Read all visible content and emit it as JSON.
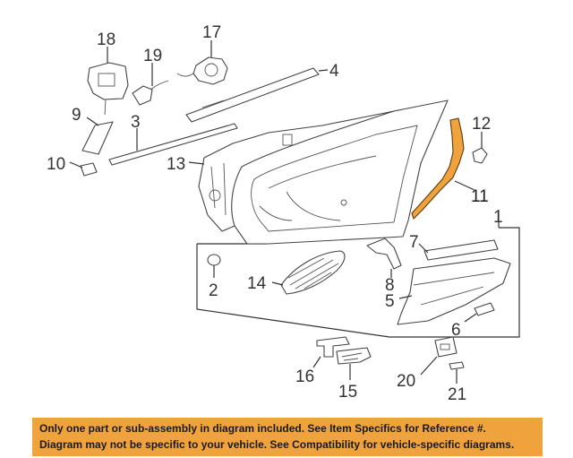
{
  "callouts": {
    "c1": "1",
    "c2": "2",
    "c3": "3",
    "c4": "4",
    "c5": "5",
    "c6": "6",
    "c7": "7",
    "c8": "8",
    "c9": "9",
    "c10": "10",
    "c11": "11",
    "c12": "12",
    "c13": "13",
    "c14": "14",
    "c15": "15",
    "c16": "16",
    "c17": "17",
    "c18": "18",
    "c19": "19",
    "c20": "20",
    "c21": "21"
  },
  "colors": {
    "highlight": "#f0a33c",
    "banner": "#f0a33c",
    "line": "#333333"
  },
  "footer": {
    "line1": "Only one part or sub-assembly in diagram included. See Item Specifics for Reference #.",
    "line2": "Diagram may not be specific to your vehicle. See Compatibility for vehicle-specific diagrams."
  }
}
